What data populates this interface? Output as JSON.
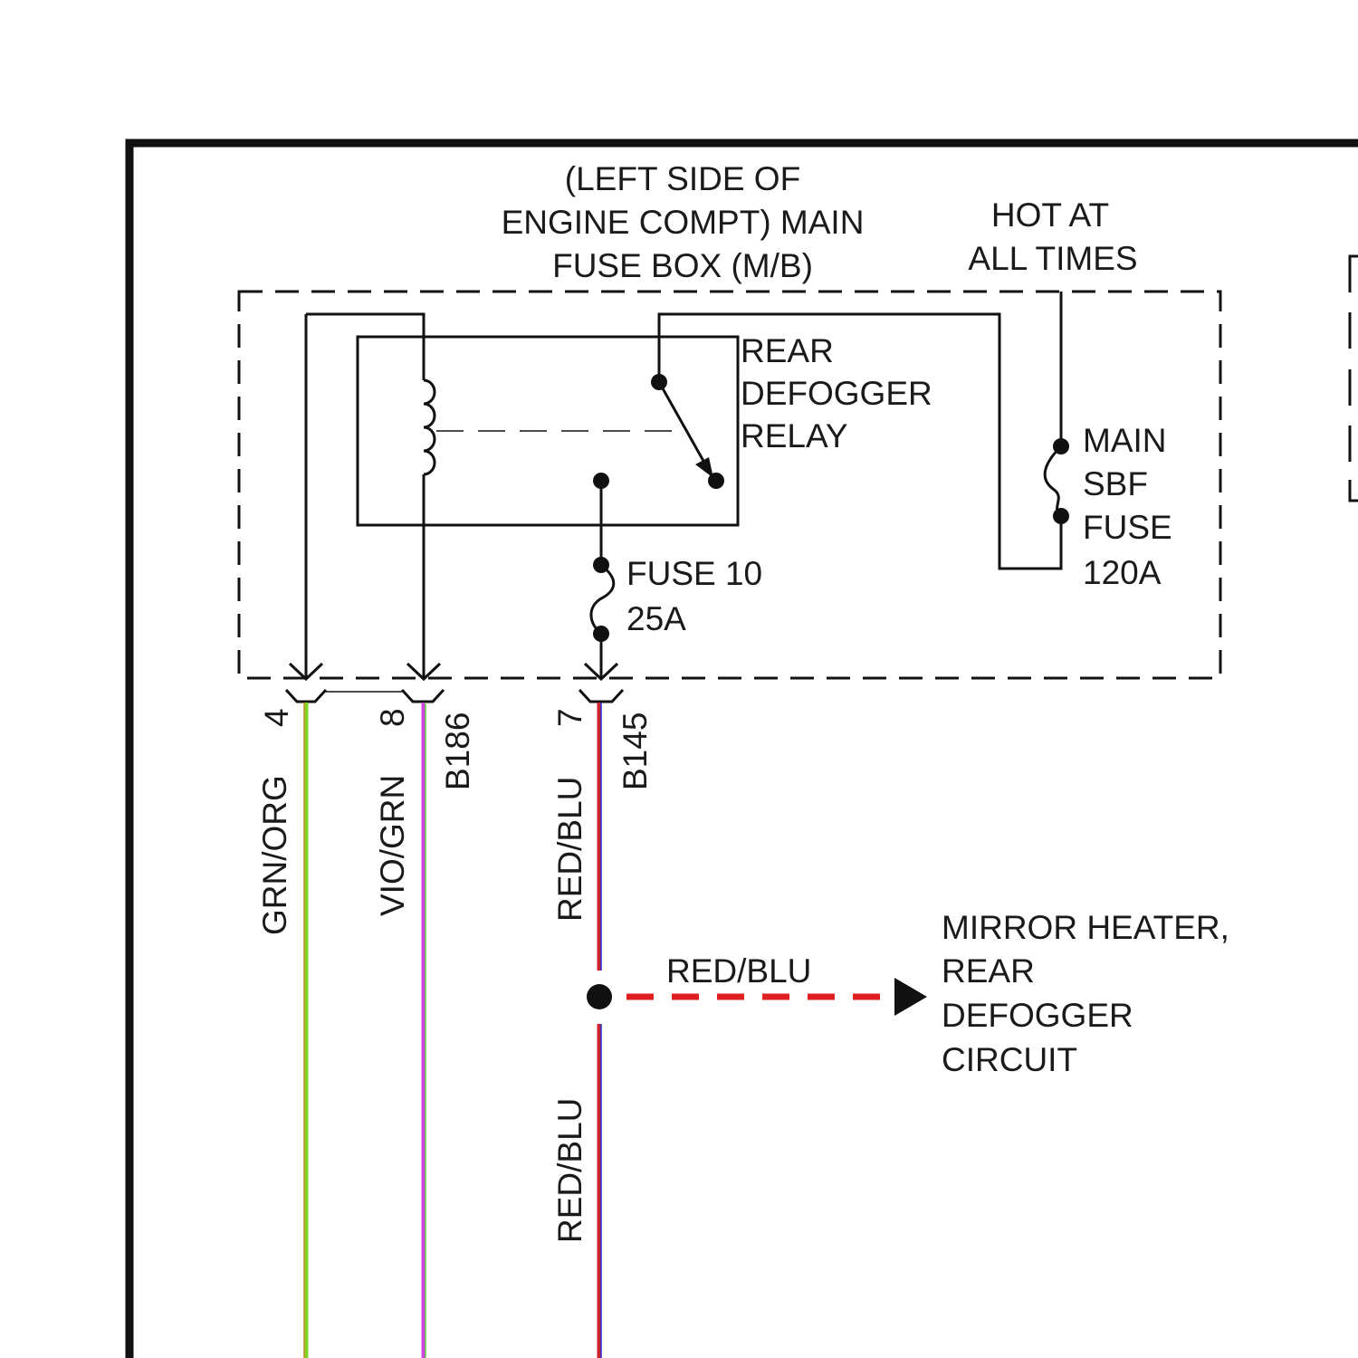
{
  "fuse_box": {
    "title_lines": [
      "(LEFT SIDE OF",
      "ENGINE COMPT) MAIN",
      "FUSE BOX (M/B)"
    ]
  },
  "power": {
    "label_lines": [
      "HOT AT",
      "ALL TIMES"
    ]
  },
  "relay": {
    "label_lines": [
      "REAR",
      "DEFOGGER",
      "RELAY"
    ]
  },
  "main_fuse": {
    "label_lines": [
      "MAIN",
      "SBF",
      "FUSE",
      "120A"
    ]
  },
  "fuse_10": {
    "label_lines": [
      "FUSE 10",
      "25A"
    ]
  },
  "connectors": {
    "pin_4": "4",
    "pin_8": "8",
    "pin_7": "7",
    "b186": "B186",
    "b145": "B145"
  },
  "wires": {
    "grn_org": {
      "label": "GRN/ORG",
      "color_main": "#7fd321",
      "color_stripe": "#c8882a"
    },
    "vio_grn": {
      "label": "VIO/GRN",
      "color_main": "#cc44dd",
      "color_stripe": "#6ccf3a"
    },
    "red_blu_upper": {
      "label": "RED/BLU",
      "color_main": "#cc2233",
      "color_stripe": "#2233cc"
    },
    "red_blu_branch": {
      "label": "RED/BLU",
      "color": "#e01f1f"
    },
    "red_blu_lower": {
      "label": "RED/BLU"
    }
  },
  "destination": {
    "label_lines": [
      "MIRROR HEATER,",
      "REAR",
      "DEFOGGER",
      "CIRCUIT"
    ]
  }
}
